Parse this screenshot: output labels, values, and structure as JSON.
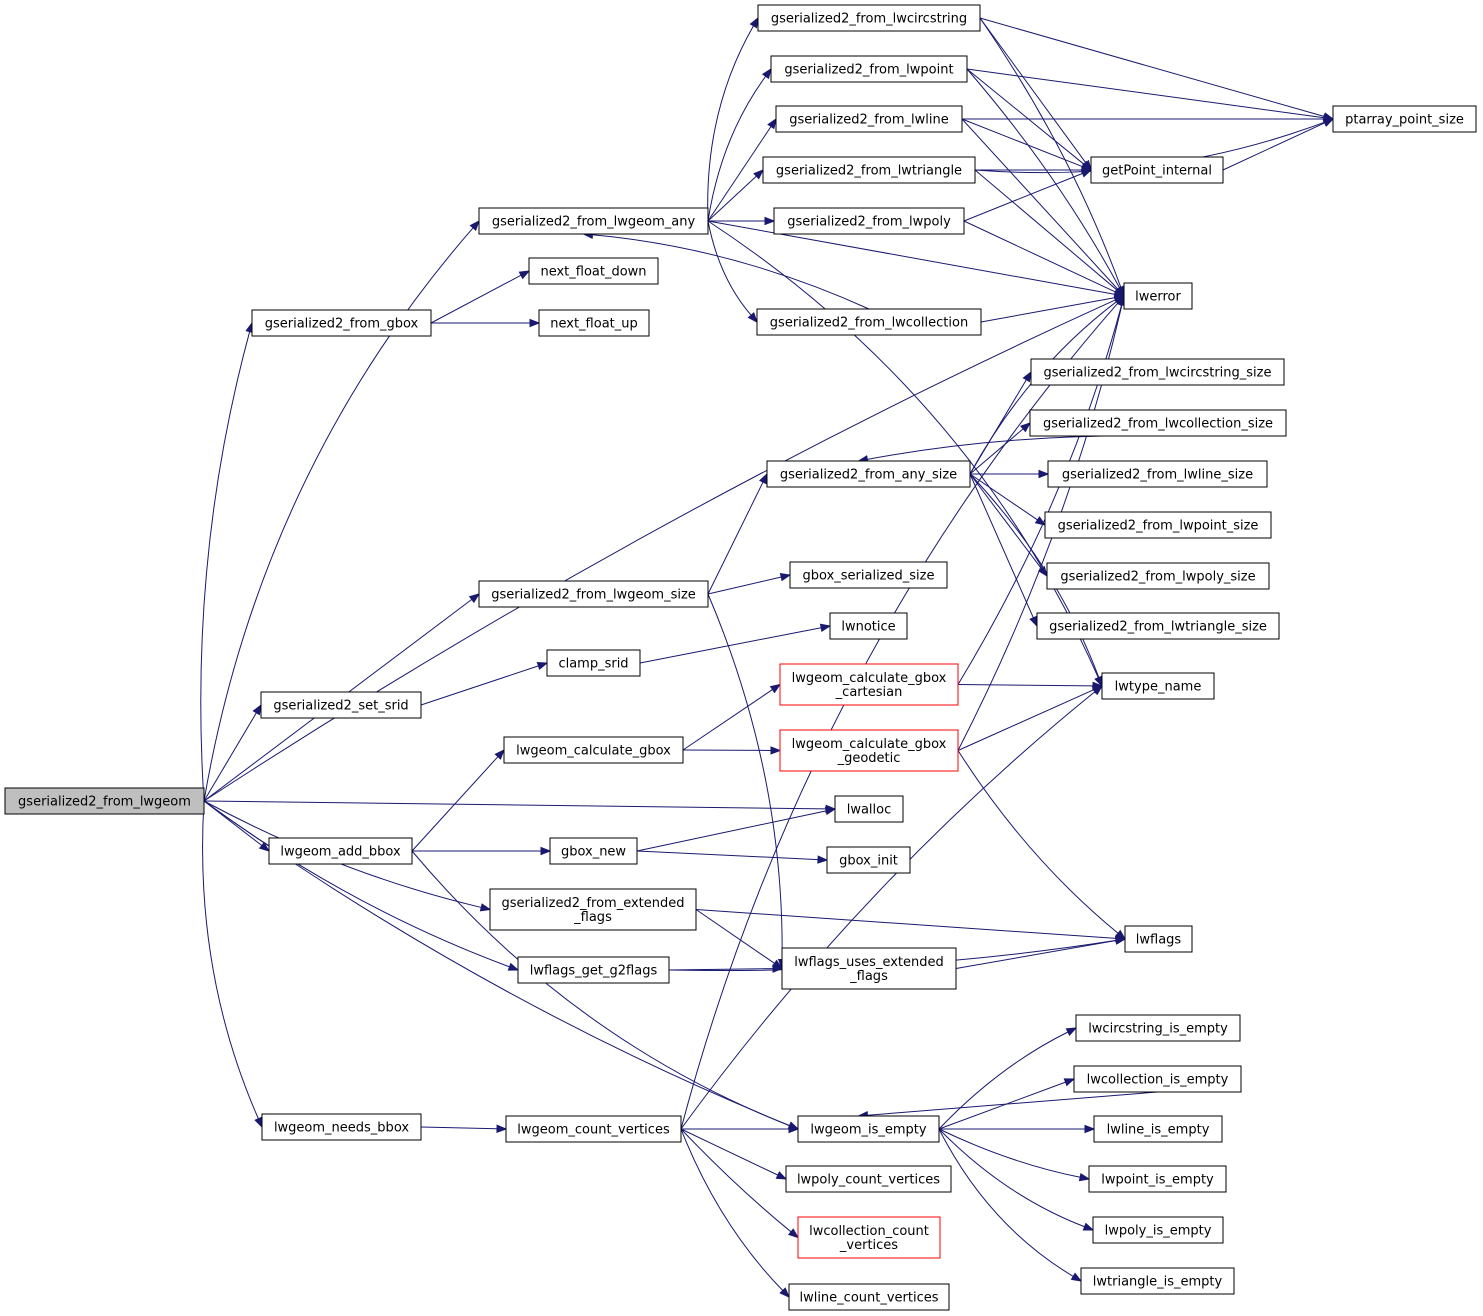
{
  "graph": {
    "edge_color": "#191970",
    "root_fill": "#bfbfbf",
    "red_border": "#ff0000",
    "nodes": [
      {
        "id": "root",
        "lines": [
          "gserialized2_from_lwgeom"
        ],
        "kind": "root"
      },
      {
        "id": "from_lwgeom_any",
        "lines": [
          "gserialized2_from_lwgeom_any"
        ]
      },
      {
        "id": "from_gbox",
        "lines": [
          "gserialized2_from_gbox"
        ]
      },
      {
        "id": "from_lwgeom_size",
        "lines": [
          "gserialized2_from_lwgeom_size"
        ]
      },
      {
        "id": "set_srid",
        "lines": [
          "gserialized2_set_srid"
        ]
      },
      {
        "id": "calc_gbox",
        "lines": [
          "lwgeom_calculate_gbox"
        ]
      },
      {
        "id": "add_bbox",
        "lines": [
          "lwgeom_add_bbox"
        ]
      },
      {
        "id": "from_ext_flags",
        "lines": [
          "gserialized2_from_extended",
          "_flags"
        ]
      },
      {
        "id": "get_g2flags",
        "lines": [
          "lwflags_get_g2flags"
        ]
      },
      {
        "id": "needs_bbox",
        "lines": [
          "lwgeom_needs_bbox"
        ]
      },
      {
        "id": "count_vertices",
        "lines": [
          "lwgeom_count_vertices"
        ]
      },
      {
        "id": "next_down",
        "lines": [
          "next_float_down"
        ]
      },
      {
        "id": "next_up",
        "lines": [
          "next_float_up"
        ]
      },
      {
        "id": "clamp_srid",
        "lines": [
          "clamp_srid"
        ]
      },
      {
        "id": "gbox_new",
        "lines": [
          "gbox_new"
        ]
      },
      {
        "id": "from_lwcircstring",
        "lines": [
          "gserialized2_from_lwcircstring"
        ]
      },
      {
        "id": "from_lwpoint",
        "lines": [
          "gserialized2_from_lwpoint"
        ]
      },
      {
        "id": "from_lwline",
        "lines": [
          "gserialized2_from_lwline"
        ]
      },
      {
        "id": "from_lwtriangle",
        "lines": [
          "gserialized2_from_lwtriangle"
        ]
      },
      {
        "id": "from_lwpoly",
        "lines": [
          "gserialized2_from_lwpoly"
        ]
      },
      {
        "id": "from_lwcollection",
        "lines": [
          "gserialized2_from_lwcollection"
        ]
      },
      {
        "id": "from_any_size",
        "lines": [
          "gserialized2_from_any_size"
        ]
      },
      {
        "id": "gbox_ser_size",
        "lines": [
          "gbox_serialized_size"
        ]
      },
      {
        "id": "lwnotice",
        "lines": [
          "lwnotice"
        ]
      },
      {
        "id": "calc_cart",
        "lines": [
          "lwgeom_calculate_gbox",
          "_cartesian"
        ],
        "kind": "red"
      },
      {
        "id": "calc_geod",
        "lines": [
          "lwgeom_calculate_gbox",
          "_geodetic"
        ],
        "kind": "red"
      },
      {
        "id": "lwalloc",
        "lines": [
          "lwalloc"
        ]
      },
      {
        "id": "gbox_init",
        "lines": [
          "gbox_init"
        ]
      },
      {
        "id": "uses_ext_flags",
        "lines": [
          "lwflags_uses_extended",
          "_flags"
        ]
      },
      {
        "id": "is_empty",
        "lines": [
          "lwgeom_is_empty"
        ]
      },
      {
        "id": "poly_count",
        "lines": [
          "lwpoly_count_vertices"
        ]
      },
      {
        "id": "coll_count",
        "lines": [
          "lwcollection_count",
          "_vertices"
        ],
        "kind": "red"
      },
      {
        "id": "line_count",
        "lines": [
          "lwline_count_vertices"
        ]
      },
      {
        "id": "getpoint",
        "lines": [
          "getPoint_internal"
        ]
      },
      {
        "id": "lwerror",
        "lines": [
          "lwerror"
        ]
      },
      {
        "id": "circ_size",
        "lines": [
          "gserialized2_from_lwcircstring_size"
        ]
      },
      {
        "id": "coll_size",
        "lines": [
          "gserialized2_from_lwcollection_size"
        ]
      },
      {
        "id": "line_size",
        "lines": [
          "gserialized2_from_lwline_size"
        ]
      },
      {
        "id": "point_size",
        "lines": [
          "gserialized2_from_lwpoint_size"
        ]
      },
      {
        "id": "poly_size",
        "lines": [
          "gserialized2_from_lwpoly_size"
        ]
      },
      {
        "id": "tri_size",
        "lines": [
          "gserialized2_from_lwtriangle_size"
        ]
      },
      {
        "id": "lwtype_name",
        "lines": [
          "lwtype_name"
        ]
      },
      {
        "id": "lwflags",
        "lines": [
          "lwflags"
        ]
      },
      {
        "id": "circ_empty",
        "lines": [
          "lwcircstring_is_empty"
        ]
      },
      {
        "id": "coll_empty",
        "lines": [
          "lwcollection_is_empty"
        ]
      },
      {
        "id": "line_empty",
        "lines": [
          "lwline_is_empty"
        ]
      },
      {
        "id": "point_empty",
        "lines": [
          "lwpoint_is_empty"
        ]
      },
      {
        "id": "poly_empty",
        "lines": [
          "lwpoly_is_empty"
        ]
      },
      {
        "id": "tri_empty",
        "lines": [
          "lwtriangle_is_empty"
        ]
      },
      {
        "id": "ptarray_size",
        "lines": [
          "ptarray_point_size"
        ]
      }
    ],
    "edges": [
      [
        "root",
        "from_lwgeom_any"
      ],
      [
        "root",
        "from_gbox"
      ],
      [
        "root",
        "lwerror"
      ],
      [
        "root",
        "from_lwgeom_size"
      ],
      [
        "root",
        "set_srid"
      ],
      [
        "root",
        "lwalloc"
      ],
      [
        "root",
        "add_bbox"
      ],
      [
        "root",
        "from_ext_flags"
      ],
      [
        "root",
        "get_g2flags"
      ],
      [
        "root",
        "is_empty"
      ],
      [
        "root",
        "needs_bbox"
      ],
      [
        "from_lwgeom_any",
        "from_lwcircstring"
      ],
      [
        "from_lwgeom_any",
        "from_lwpoint"
      ],
      [
        "from_lwgeom_any",
        "from_lwline"
      ],
      [
        "from_lwgeom_any",
        "from_lwtriangle"
      ],
      [
        "from_lwgeom_any",
        "from_lwpoly"
      ],
      [
        "from_lwgeom_any",
        "from_lwcollection"
      ],
      [
        "from_lwgeom_any",
        "lwerror"
      ],
      [
        "from_lwgeom_any",
        "lwtype_name"
      ],
      [
        "from_gbox",
        "next_down"
      ],
      [
        "from_gbox",
        "next_up"
      ],
      [
        "from_lwgeom_size",
        "from_any_size"
      ],
      [
        "from_lwgeom_size",
        "gbox_ser_size"
      ],
      [
        "from_lwgeom_size",
        "uses_ext_flags"
      ],
      [
        "set_srid",
        "clamp_srid"
      ],
      [
        "clamp_srid",
        "lwnotice"
      ],
      [
        "calc_gbox",
        "calc_cart"
      ],
      [
        "calc_gbox",
        "calc_geod"
      ],
      [
        "add_bbox",
        "calc_gbox"
      ],
      [
        "add_bbox",
        "gbox_new"
      ],
      [
        "add_bbox",
        "is_empty"
      ],
      [
        "gbox_new",
        "lwalloc"
      ],
      [
        "gbox_new",
        "gbox_init"
      ],
      [
        "from_ext_flags",
        "lwflags"
      ],
      [
        "from_ext_flags",
        "uses_ext_flags"
      ],
      [
        "get_g2flags",
        "uses_ext_flags"
      ],
      [
        "get_g2flags",
        "lwflags"
      ],
      [
        "needs_bbox",
        "count_vertices"
      ],
      [
        "count_vertices",
        "is_empty"
      ],
      [
        "count_vertices",
        "poly_count"
      ],
      [
        "count_vertices",
        "coll_count"
      ],
      [
        "count_vertices",
        "line_count"
      ],
      [
        "count_vertices",
        "lwerror"
      ],
      [
        "count_vertices",
        "lwtype_name"
      ],
      [
        "from_lwcircstring",
        "ptarray_size"
      ],
      [
        "from_lwcircstring",
        "getpoint"
      ],
      [
        "from_lwcircstring",
        "lwerror"
      ],
      [
        "from_lwpoint",
        "ptarray_size"
      ],
      [
        "from_lwpoint",
        "getpoint"
      ],
      [
        "from_lwpoint",
        "lwerror"
      ],
      [
        "from_lwline",
        "ptarray_size"
      ],
      [
        "from_lwline",
        "getpoint"
      ],
      [
        "from_lwline",
        "lwerror"
      ],
      [
        "from_lwtriangle",
        "getpoint"
      ],
      [
        "from_lwtriangle",
        "ptarray_size"
      ],
      [
        "from_lwtriangle",
        "lwerror"
      ],
      [
        "from_lwpoly",
        "getpoint"
      ],
      [
        "from_lwpoly",
        "lwerror"
      ],
      [
        "from_lwcollection",
        "from_lwgeom_any"
      ],
      [
        "from_lwcollection",
        "lwerror"
      ],
      [
        "getpoint",
        "ptarray_size"
      ],
      [
        "from_any_size",
        "circ_size"
      ],
      [
        "from_any_size",
        "coll_size"
      ],
      [
        "from_any_size",
        "line_size"
      ],
      [
        "from_any_size",
        "point_size"
      ],
      [
        "from_any_size",
        "poly_size"
      ],
      [
        "from_any_size",
        "tri_size"
      ],
      [
        "from_any_size",
        "lwerror"
      ],
      [
        "from_any_size",
        "lwtype_name"
      ],
      [
        "coll_size",
        "from_any_size"
      ],
      [
        "calc_cart",
        "lwerror"
      ],
      [
        "calc_cart",
        "lwtype_name"
      ],
      [
        "calc_geod",
        "lwerror"
      ],
      [
        "calc_geod",
        "lwtype_name"
      ],
      [
        "calc_geod",
        "lwflags"
      ],
      [
        "uses_ext_flags",
        "lwflags"
      ],
      [
        "is_empty",
        "circ_empty"
      ],
      [
        "is_empty",
        "coll_empty"
      ],
      [
        "is_empty",
        "line_empty"
      ],
      [
        "is_empty",
        "point_empty"
      ],
      [
        "is_empty",
        "poly_empty"
      ],
      [
        "is_empty",
        "tri_empty"
      ],
      [
        "coll_empty",
        "is_empty"
      ]
    ]
  }
}
